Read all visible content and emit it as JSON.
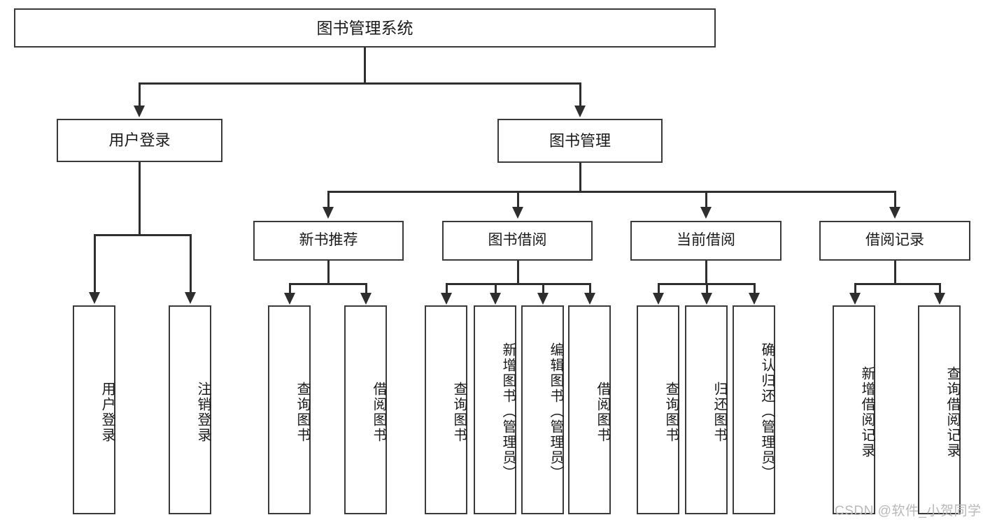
{
  "diagram": {
    "title": "图书管理系统",
    "root": {
      "label": "图书管理系统"
    },
    "level2": [
      {
        "label": "用户登录"
      },
      {
        "label": "图书管理"
      }
    ],
    "level3": [
      {
        "label": "新书推荐"
      },
      {
        "label": "图书借阅"
      },
      {
        "label": "当前借阅"
      },
      {
        "label": "借阅记录"
      }
    ],
    "leaves": {
      "user_login": [
        {
          "label": "用户登录"
        },
        {
          "label": "注销登录"
        }
      ],
      "new_book_recommend": [
        {
          "label": "查询图书"
        },
        {
          "label": "借阅图书"
        }
      ],
      "book_borrow": [
        {
          "label": "查询图书"
        },
        {
          "label": "新增图书（管理员）"
        },
        {
          "label": "编辑图书（管理员）"
        },
        {
          "label": "借阅图书"
        }
      ],
      "current_borrow": [
        {
          "label": "查询图书"
        },
        {
          "label": "归还图书"
        },
        {
          "label": "确认归还（管理员）"
        }
      ],
      "borrow_record": [
        {
          "label": "新增借阅记录"
        },
        {
          "label": "查询借阅记录"
        }
      ]
    }
  },
  "watermark": {
    "text": "CSDN @软件_小贺同学"
  },
  "colors": {
    "box_border": "#3a3a3a",
    "connector": "#2e2e2e",
    "background": "#ffffff",
    "text": "#1a1a1a",
    "watermark": "#b9b9b9"
  }
}
